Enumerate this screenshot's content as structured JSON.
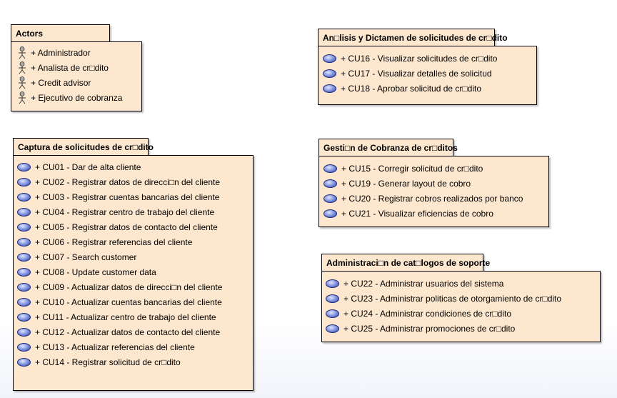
{
  "actors": {
    "title": "Actors",
    "items": [
      "+ Administrador",
      "+ Analista de cr□dito",
      "+ Credit advisor",
      "+ Ejecutivo de cobranza"
    ]
  },
  "captura": {
    "title": "Captura de solicitudes de cr□dito",
    "items": [
      "+ CU01 - Dar de alta cliente",
      "+ CU02 - Registrar datos de direcci□n del cliente",
      "+ CU03 - Registrar cuentas bancarias del cliente",
      "+ CU04 - Registrar centro de trabajo del cliente",
      "+ CU05 - Registrar datos de contacto del cliente",
      "+ CU06 - Registrar referencias del cliente",
      "+ CU07 - Search customer",
      "+ CU08 - Update customer data",
      "+ CU09 - Actualizar datos de direcci□n del cliente",
      "+ CU10 - Actualizar cuentas bancarias del cliente",
      "+ CU11 - Actualizar centro de trabajo del cliente",
      "+ CU12 - Actualizar datos de contacto del cliente",
      "+ CU13 - Actualizar referencias del cliente",
      "+ CU14 - Registrar solicitud de cr□dito"
    ]
  },
  "analisis": {
    "title": "An□lisis y Dictamen de solicitudes de cr□dito",
    "items": [
      "+ CU16 - Visualizar solicitudes de cr□dito",
      "+ CU17 - Visualizar detalles de solicitud",
      "+ CU18 - Aprobar solicitud de cr□dito"
    ]
  },
  "cobranza": {
    "title": "Gesti□n de Cobranza de cr□ditos",
    "items": [
      "+ CU15 - Corregir solicitud de cr□dito",
      "+ CU19 - Generar layout de cobro",
      "+ CU20 - Registrar cobros realizados por banco",
      "+ CU21 - Visualizar eficiencias de cobro"
    ]
  },
  "catalogos": {
    "title": "Administraci□n de cat□logos de soporte",
    "items": [
      "+ CU22 - Administrar usuarios del sistema",
      "+ CU23 - Administrar politicas de otorgamiento de cr□dito",
      "+ CU24 - Administrar condiciones de cr□dito",
      "+ CU25 - Administrar promociones de cr□dito"
    ]
  },
  "colors": {
    "package_fill": "#fde7ce",
    "border": "#000000",
    "usecase": "#6e82d6"
  },
  "icons": {
    "actor": "actor-icon",
    "usecase": "usecase-icon"
  }
}
